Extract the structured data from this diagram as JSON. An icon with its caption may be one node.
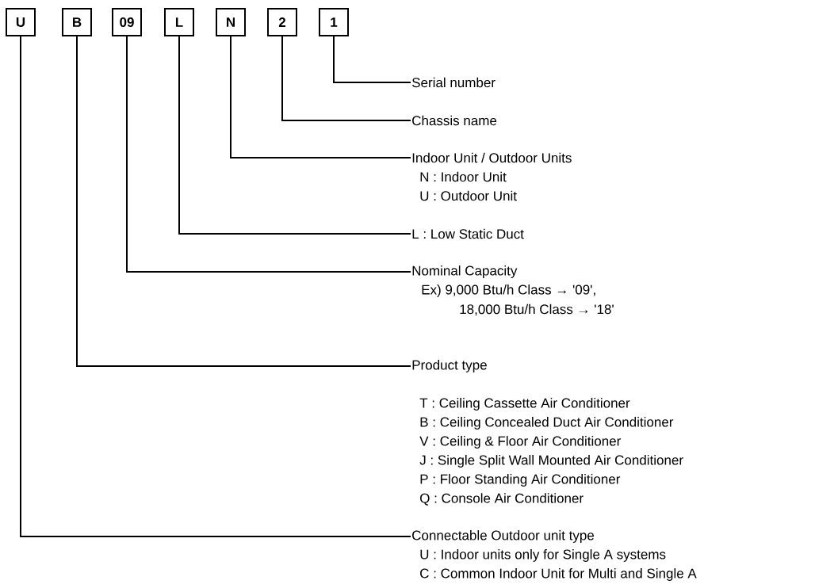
{
  "diagram": {
    "nodes": [
      {
        "text": [
          "U"
        ]
      },
      {
        "text": [
          "B"
        ]
      },
      {
        "text": [
          "09"
        ]
      },
      {
        "text": [
          "L"
        ]
      },
      {
        "text": [
          "N"
        ]
      },
      {
        "text": [
          "2"
        ]
      },
      {
        "text": [
          "1"
        ]
      },
      {
        "text": [
          "Serial number"
        ]
      },
      {
        "text": [
          "Chassis name"
        ]
      },
      {
        "text": [
          "Indoor Unit / Outdoor Units"
        ]
      },
      {
        "text": [
          "L : Low Static Duct"
        ]
      },
      {
        "text": [
          "Nominal Capacity"
        ]
      },
      {
        "text": [
          "Product type"
        ]
      },
      {
        "text": [
          "Connectable Outdoor unit type"
        ]
      }
    ],
    "edges": [
      {
        "from": 6,
        "to": 7,
        "arrow": "none"
      },
      {
        "from": 5,
        "to": 8,
        "arrow": "none"
      },
      {
        "from": 4,
        "to": 9,
        "arrow": "none"
      },
      {
        "from": 3,
        "to": 10,
        "arrow": "none"
      },
      {
        "from": 2,
        "to": 11,
        "arrow": "none"
      },
      {
        "from": 1,
        "to": 12,
        "arrow": "none"
      },
      {
        "from": 0,
        "to": 13,
        "arrow": "none"
      }
    ],
    "labels": [
      "N : Indoor Unit",
      "U : Outdoor Unit",
      "Ex)  9,000 Btu/h Class → '09',",
      "18,000 Btu/h Class → '18'",
      "T : Ceiling Cassette Air Conditioner",
      "B : Ceiling Concealed Duct Air Conditioner",
      "V : Ceiling & Floor Air Conditioner",
      "J : Single Split Wall Mounted Air Conditioner",
      "P : Floor Standing Air Conditioner",
      "Q : Console Air Conditioner",
      "U : Indoor units only for Single A systems",
      "C : Common Indoor Unit for Multi and Single A"
    ]
  }
}
